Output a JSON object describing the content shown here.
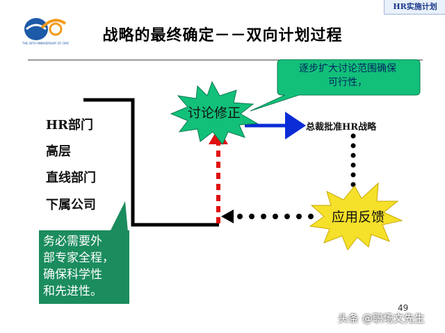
{
  "header": {
    "tag": "HR实施计划",
    "title": "战略的最终确定－－双向计划过程",
    "logo_text": "THE 30TH ANNIVERSARY OF CIMC"
  },
  "org_levels": [
    "HR部门",
    "高层",
    "直线部门",
    "下属公司"
  ],
  "diagram": {
    "node_discuss": "讨论修正",
    "node_feedback": "应用反馈",
    "label_approve": "总裁批准HR战略",
    "callout_top": [
      "逐步扩大讨论范围确保",
      "可行性，"
    ],
    "callout_left": [
      "务必需要外",
      "部专家全程，",
      "确保科学性",
      "和先进性。"
    ]
  },
  "footer": {
    "page_number": "49",
    "watermark": "头条 @职场文先生"
  },
  "colors": {
    "callout_top_bg": "#12c07a",
    "callout_left_bg": "#1b8c5e",
    "burst_fill": "#f5e02a",
    "flow_line": "#000000",
    "approve_arrow": "#0b2cd6",
    "dashed_up_arrow": "#e01010"
  }
}
